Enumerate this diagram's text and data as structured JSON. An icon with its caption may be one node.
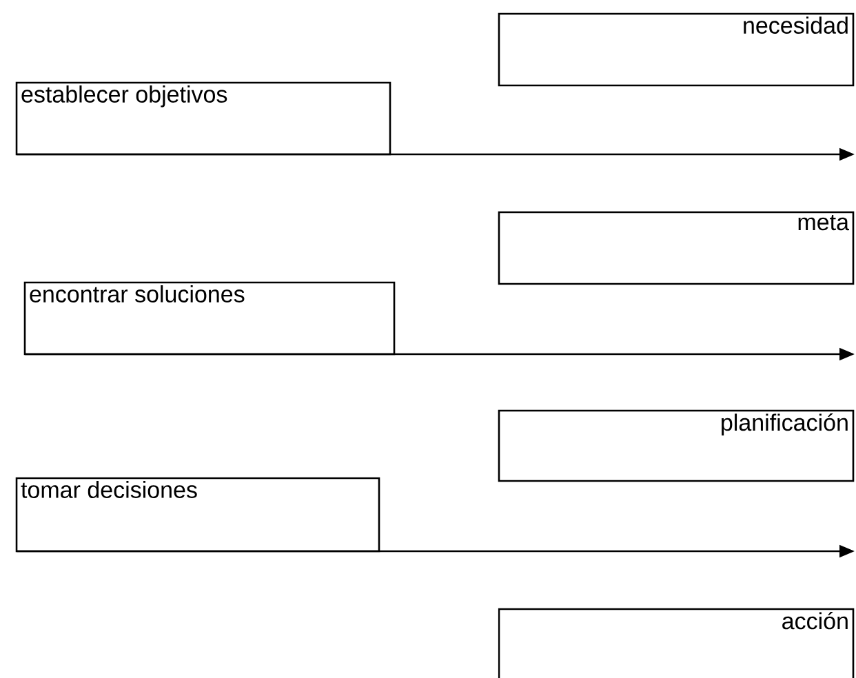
{
  "diagram": {
    "nodes": [
      {
        "text": [
          "necesidad"
        ]
      },
      {
        "text": [
          "establecer objetivos"
        ]
      },
      {
        "text": [
          "meta"
        ]
      },
      {
        "text": [
          "encontrar soluciones"
        ]
      },
      {
        "text": [
          "planificación"
        ]
      },
      {
        "text": [
          "tomar decisiones"
        ]
      },
      {
        "text": [
          "acción"
        ]
      }
    ],
    "edges": [
      {
        "from": 1,
        "to": null,
        "arrow": "to"
      },
      {
        "from": 3,
        "to": null,
        "arrow": "to"
      },
      {
        "from": 5,
        "to": null,
        "arrow": "to"
      }
    ]
  }
}
